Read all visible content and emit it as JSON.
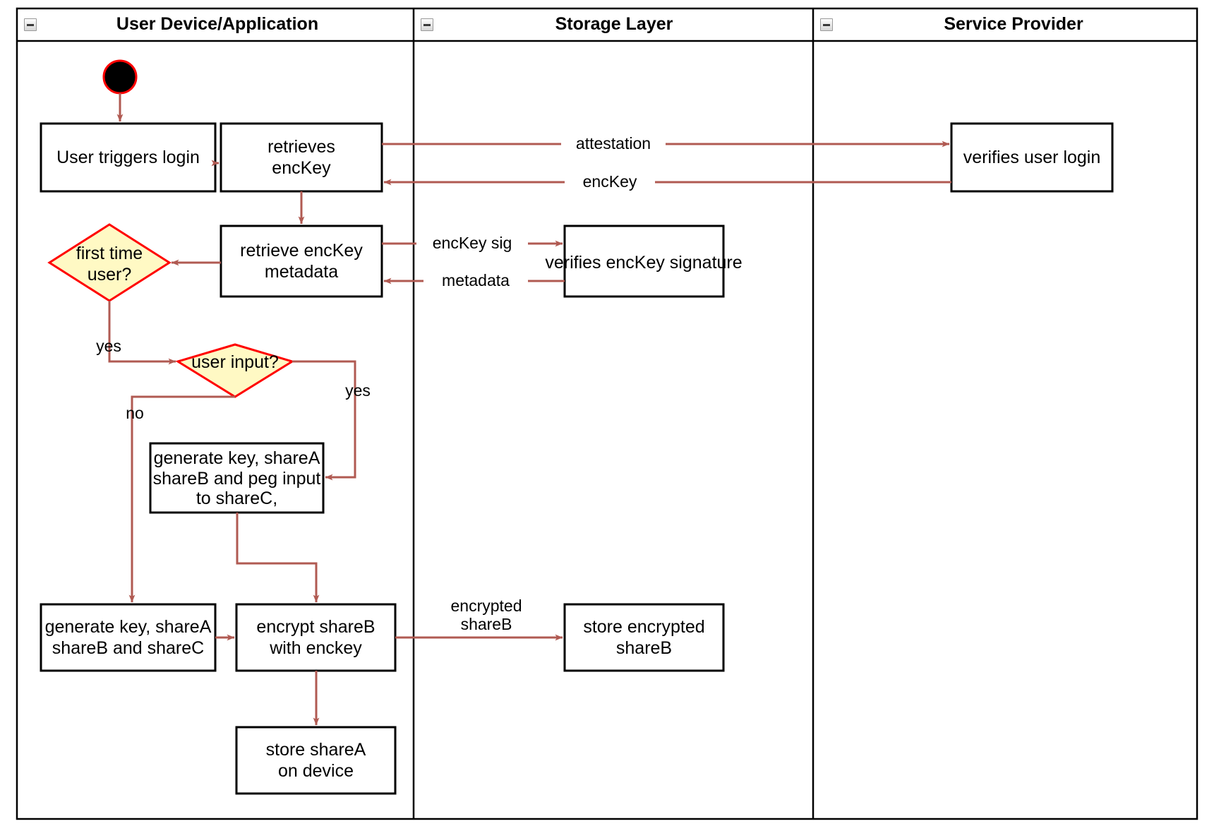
{
  "diagram": {
    "type": "uml-activity-swimlane",
    "title": "Login and key share provisioning flow",
    "colors": {
      "lane_border": "#000000",
      "node_border": "#000000",
      "node_fill": "#ffffff",
      "decision_border": "#ff0000",
      "decision_fill": "#fff9c4",
      "edge": "#b05a52",
      "start_fill": "#000000",
      "start_border": "#ff0000",
      "text": "#000000"
    },
    "lanes": [
      {
        "id": "user-device",
        "label": "User Device/Application",
        "collapse_icon": "minus-icon"
      },
      {
        "id": "storage-layer",
        "label": "Storage Layer",
        "collapse_icon": "minus-icon"
      },
      {
        "id": "service-provider",
        "label": "Service Provider",
        "collapse_icon": "minus-icon"
      }
    ],
    "nodes": [
      {
        "id": "start",
        "kind": "initial-node",
        "lane": "user-device",
        "label": ""
      },
      {
        "id": "user-triggers-login",
        "kind": "action",
        "lane": "user-device",
        "lines": [
          "User triggers login"
        ]
      },
      {
        "id": "retrieves-enckey",
        "kind": "action",
        "lane": "user-device",
        "lines": [
          "retrieves",
          "encKey"
        ]
      },
      {
        "id": "verifies-user-login",
        "kind": "action",
        "lane": "service-provider",
        "lines": [
          "verifies user login"
        ]
      },
      {
        "id": "retrieve-enckey-metadata",
        "kind": "action",
        "lane": "user-device",
        "lines": [
          "retrieve encKey",
          "metadata"
        ]
      },
      {
        "id": "verifies-enckey-signature",
        "kind": "action",
        "lane": "storage-layer",
        "lines": [
          "verifies encKey signature"
        ]
      },
      {
        "id": "first-time-user",
        "kind": "decision",
        "lane": "user-device",
        "lines": [
          "first time",
          "user?"
        ]
      },
      {
        "id": "user-input",
        "kind": "decision",
        "lane": "user-device",
        "lines": [
          "user input?"
        ]
      },
      {
        "id": "generate-peg-input",
        "kind": "action",
        "lane": "user-device",
        "lines": [
          "generate key, shareA",
          "shareB and peg input",
          "to shareC,"
        ]
      },
      {
        "id": "generate-sharea-b-c",
        "kind": "action",
        "lane": "user-device",
        "lines": [
          "generate key, shareA",
          "shareB and shareC"
        ]
      },
      {
        "id": "encrypt-shareb",
        "kind": "action",
        "lane": "user-device",
        "lines": [
          "encrypt shareB",
          "with enckey"
        ]
      },
      {
        "id": "store-encrypted-shareb",
        "kind": "action",
        "lane": "storage-layer",
        "lines": [
          "store encrypted",
          "shareB"
        ]
      },
      {
        "id": "store-sharea-on-device",
        "kind": "action",
        "lane": "user-device",
        "lines": [
          "store shareA",
          "on device"
        ]
      }
    ],
    "edges": [
      {
        "id": "start-to-login",
        "from": "start",
        "to": "user-triggers-login",
        "label": ""
      },
      {
        "id": "login-to-retrieves",
        "from": "user-triggers-login",
        "to": "retrieves-enckey",
        "label": ""
      },
      {
        "id": "attestation",
        "from": "retrieves-enckey",
        "to": "verifies-user-login",
        "label": "attestation"
      },
      {
        "id": "enckey-return",
        "from": "verifies-user-login",
        "to": "retrieves-enckey",
        "label": "encKey"
      },
      {
        "id": "retrieves-to-metadata",
        "from": "retrieves-enckey",
        "to": "retrieve-enckey-metadata",
        "label": ""
      },
      {
        "id": "enckey-sig",
        "from": "retrieve-enckey-metadata",
        "to": "verifies-enckey-signature",
        "label": "encKey sig"
      },
      {
        "id": "metadata-return",
        "from": "verifies-enckey-signature",
        "to": "retrieve-enckey-metadata",
        "label": "metadata"
      },
      {
        "id": "metadata-to-firsttime",
        "from": "retrieve-enckey-metadata",
        "to": "first-time-user",
        "label": ""
      },
      {
        "id": "firsttime-yes",
        "from": "first-time-user",
        "to": "user-input",
        "label": "yes"
      },
      {
        "id": "userinput-yes",
        "from": "user-input",
        "to": "generate-peg-input",
        "label": "yes"
      },
      {
        "id": "userinput-no",
        "from": "user-input",
        "to": "generate-sharea-b-c",
        "label": "no"
      },
      {
        "id": "peg-to-encrypt",
        "from": "generate-peg-input",
        "to": "encrypt-shareb",
        "label": ""
      },
      {
        "id": "abc-to-encrypt",
        "from": "generate-sharea-b-c",
        "to": "encrypt-shareb",
        "label": ""
      },
      {
        "id": "encrypted-shareb",
        "from": "encrypt-shareb",
        "to": "store-encrypted-shareb",
        "label": "encrypted\nshareB",
        "label_lines": [
          "encrypted",
          "shareB"
        ]
      },
      {
        "id": "encrypt-to-store-sharea",
        "from": "encrypt-shareb",
        "to": "store-sharea-on-device",
        "label": ""
      }
    ],
    "edge_labels": {
      "attestation": "attestation",
      "enckey": "encKey",
      "enckey_sig": "encKey sig",
      "metadata": "metadata",
      "yes_first_time": "yes",
      "yes_user_input": "yes",
      "no_user_input": "no",
      "encrypted_l1": "encrypted",
      "encrypted_l2": "shareB"
    },
    "node_text": {
      "user_triggers_login_l1": "User triggers login",
      "retrieves_enckey_l1": "retrieves",
      "retrieves_enckey_l2": "encKey",
      "verifies_user_login_l1": "verifies user login",
      "retrieve_metadata_l1": "retrieve encKey",
      "retrieve_metadata_l2": "metadata",
      "verifies_sig_l1": "verifies encKey signature",
      "first_time_user_l1": "first time",
      "first_time_user_l2": "user?",
      "user_input_l1": "user input?",
      "gen_peg_l1": "generate key, shareA",
      "gen_peg_l2": "shareB and peg input",
      "gen_peg_l3": "to shareC,",
      "gen_abc_l1": "generate key, shareA",
      "gen_abc_l2": "shareB and shareC",
      "encrypt_shareb_l1": "encrypt shareB",
      "encrypt_shareb_l2": "with enckey",
      "store_enc_shareb_l1": "store encrypted",
      "store_enc_shareb_l2": "shareB",
      "store_sharea_l1": "store shareA",
      "store_sharea_l2": "on device"
    }
  }
}
